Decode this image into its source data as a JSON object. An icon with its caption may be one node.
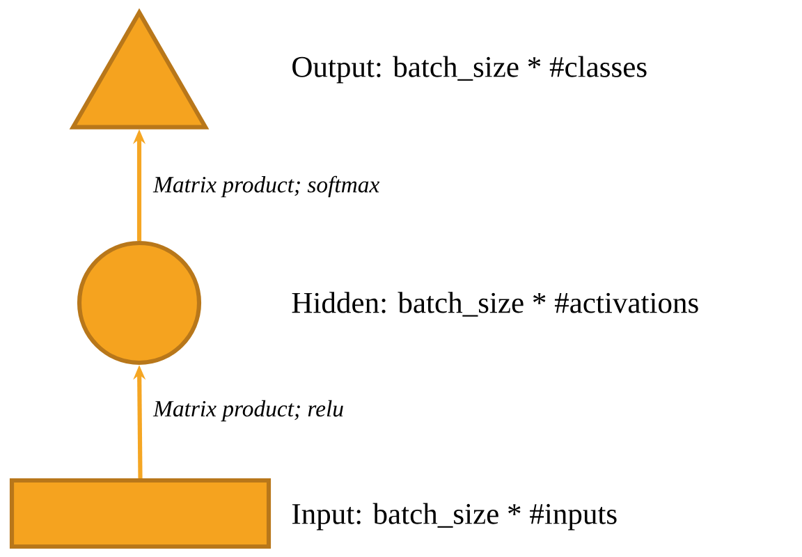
{
  "diagram": {
    "nodes": [
      {
        "text": [],
        "shape": "triangle",
        "beside": [
          "Output: batch_size * #classes"
        ]
      },
      {
        "text": [],
        "shape": "circle",
        "beside": [
          "Hidden: batch_size * #activations"
        ]
      },
      {
        "text": [],
        "shape": "box",
        "beside": [
          "Input: batch_size * #inputs"
        ]
      }
    ],
    "edges": [
      {
        "from": 2,
        "to": 1,
        "arrow": "to",
        "label": "Matrix product; relu"
      },
      {
        "from": 1,
        "to": 0,
        "arrow": "to",
        "label": "Matrix product; softmax"
      }
    ]
  }
}
